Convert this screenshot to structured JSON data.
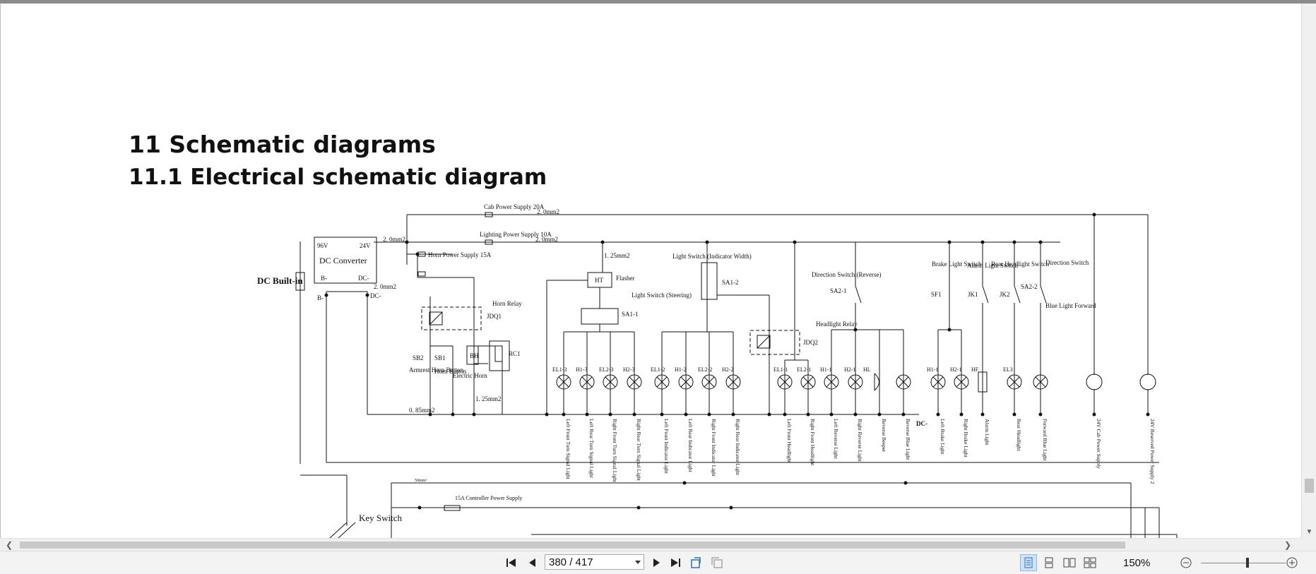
{
  "document": {
    "heading_1": "11 Schematic diagrams",
    "heading_2": "11.1 Electrical schematic diagram"
  },
  "schematic": {
    "labels": {
      "dc_builtin": "DC Built-in",
      "dc_converter": "DC Converter",
      "v96": "96V",
      "v24": "24V",
      "b_minus": "B-",
      "dc_minus": "DC-",
      "b_minus_2": "B-",
      "dc_minus_2": "DC-",
      "dc_minus_3": "DC-",
      "cab_power": "Cab Power Supply 20A",
      "lighting_power": "Lighting Power Supply 10A",
      "horn_power": "Horn Power Supply 15A",
      "horn_relay": "Horn Relay",
      "jdq1": "JDQ1",
      "jdq2": "JDQ2",
      "flasher": "Flasher",
      "ht": "HT",
      "sa1_1": "SA1-1",
      "sa1_2": "SA1-2",
      "sa2_1": "SA2-1",
      "sa2_2": "SA2-2",
      "light_switch_width": "Light Switch (Indicator Width)",
      "light_switch_steering": "Light Switch (Steering)",
      "direction_switch_reverse": "Direction Switch (Reverse)",
      "direction_switch": "Direction Switch",
      "headlight_relay": "Headlight Relay",
      "brake_light_switch": "Brake Light Switch",
      "alarm_light_switch": "Alarm Light Switch",
      "rear_headlight_switch": "Rear Headlight Switch",
      "blue_light_forward": "Blue Light Forward",
      "sf1": "SF1",
      "jk1": "JK1",
      "jk2": "JK2",
      "sb2": "SB2",
      "sb1": "SB1",
      "bh": "BH",
      "rc1": "RC1",
      "armrest_horn": "Armrest Horn Button",
      "horn_button": "Horn Button",
      "electric_horn": "Electric Horn",
      "key_switch": "Key Switch",
      "controller_power": "15A  Controller Power Supply",
      "w_2_0mm2_a": "2. 0mm2",
      "w_2_0mm2_b": "2. 0mm2",
      "w_2_0mm2_c": "2. 0mm2",
      "w_2_0mm2_d": "2. 0mm2",
      "w_1_25mm2": "1. 25mm2",
      "w_0_85mm2": "0. 85mm2",
      "w_1_5mm2": "1. 25mm2",
      "w_50mm2": "50mm²"
    },
    "lamp_codes": [
      "EL1-3",
      "H1-3",
      "EL2-3",
      "H2-3",
      "EL1-2",
      "H1-2",
      "EL2-2",
      "H2-2",
      "EL1-1",
      "EL2-1",
      "H1-1",
      "H2-1",
      "HL",
      "H1-1",
      "H2-1",
      "HF",
      "EL3"
    ],
    "bottom_labels": [
      "Left Front Turn Signal Light",
      "Left Rear Turn Signal Light",
      "Right Front Turn Signal Light",
      "Right Rear Turn Signal Light",
      "Left Front Indicator Light",
      "Left Rear Indicator Light",
      "Right Front Indicator Light",
      "Right Rear Indicator Light",
      "Left Front Headlight",
      "Right Front Headlight",
      "Left Reverse Light",
      "Right Reverse Light",
      "Reverse Beeper",
      "Reverse Blue Light",
      "Left Brake Light",
      "Right Brake Light",
      "Alarm Light",
      "Rear Headlight",
      "Forward Blue Light",
      "24V Cab Power Supply",
      "24V Reserved Power Supply 2"
    ]
  },
  "viewer": {
    "page_indicator": "380 / 417",
    "zoom": "150%",
    "zoom_level_fraction": 0.55
  }
}
